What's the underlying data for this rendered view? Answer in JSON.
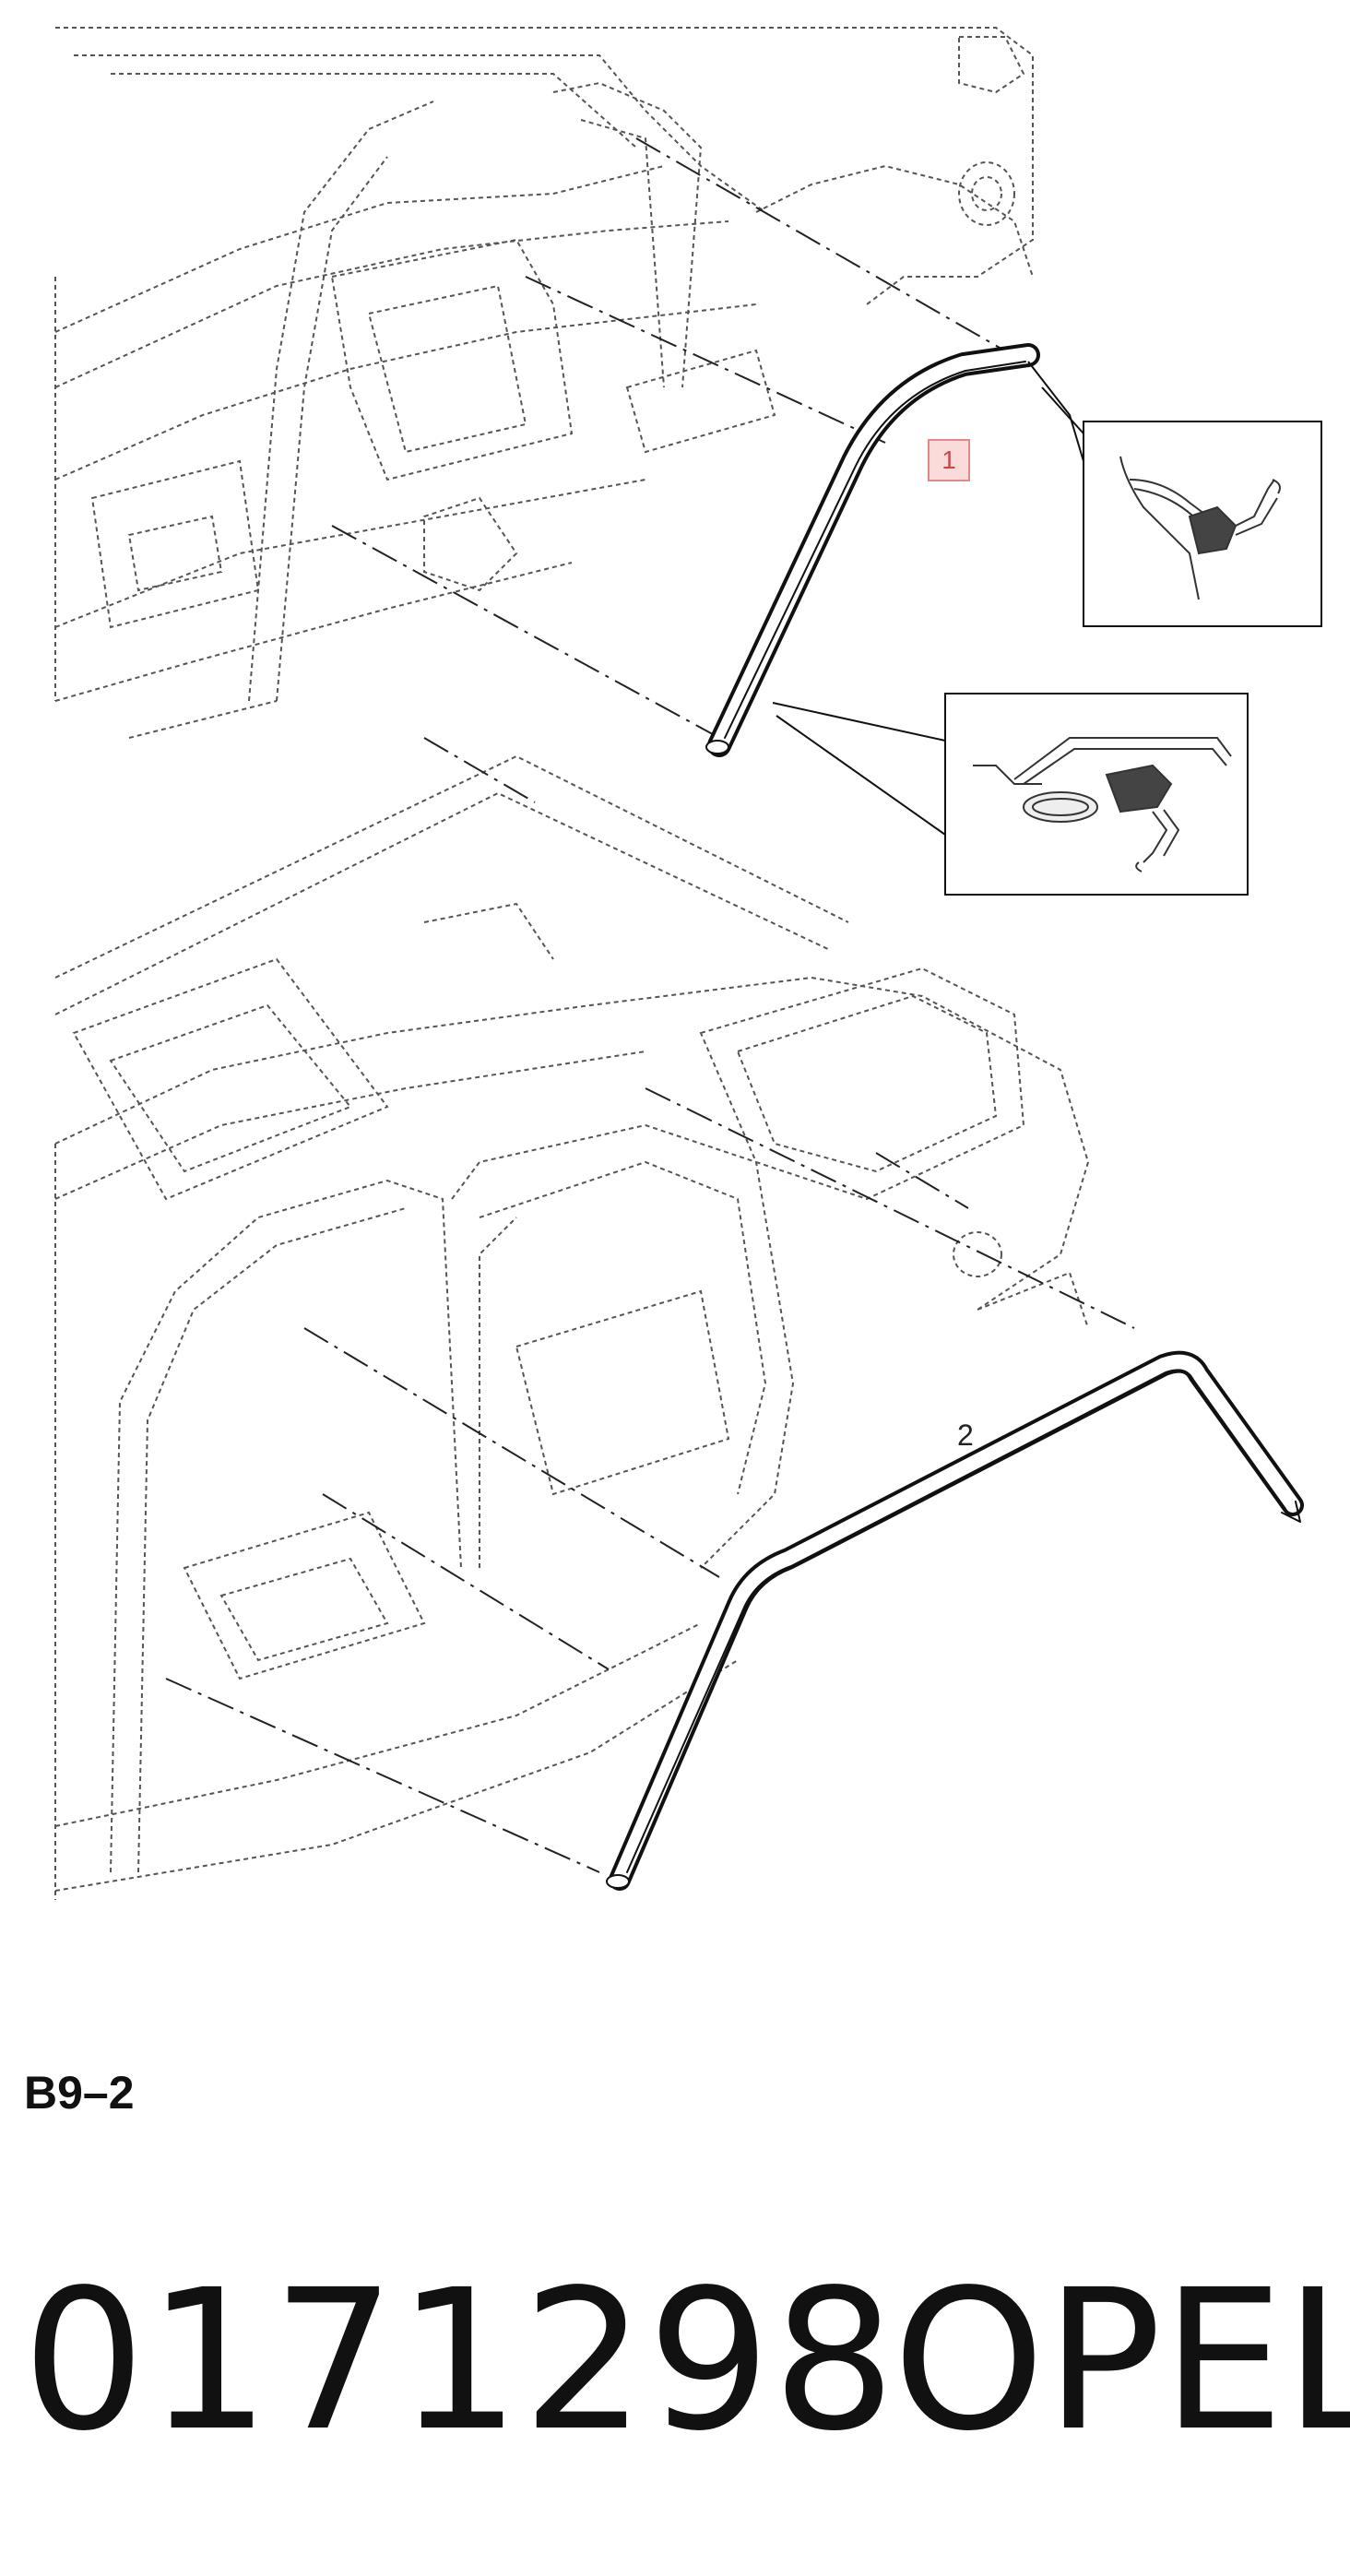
{
  "diagram": {
    "callouts": [
      {
        "id": "1",
        "label": "1"
      },
      {
        "id": "2",
        "label": "2"
      }
    ],
    "colors": {
      "line": "#444444",
      "label_box_fill": "#fbdada",
      "label_box_border": "#e08a8a"
    }
  },
  "footer": {
    "section_code": "B9–2",
    "part_number": "0171298",
    "brand": "OPEL"
  }
}
